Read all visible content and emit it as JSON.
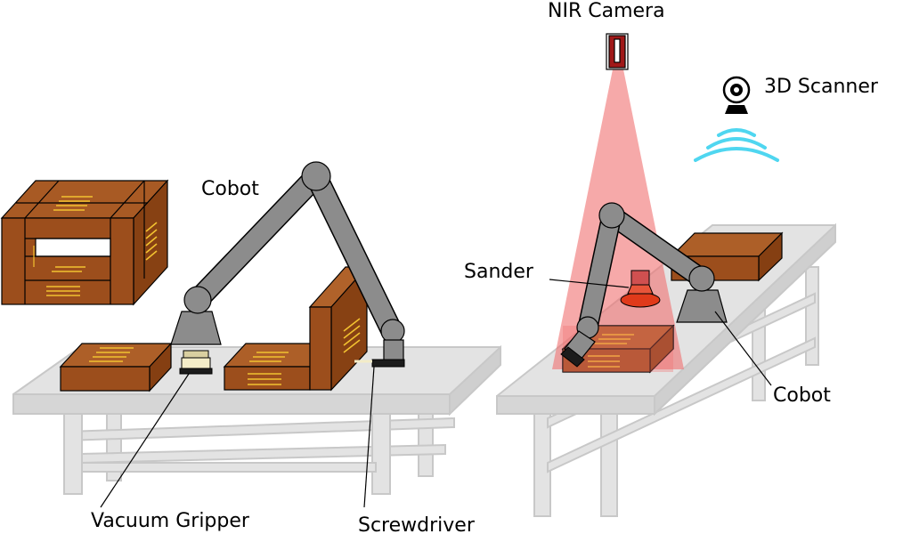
{
  "labels": {
    "cobot_left": "Cobot",
    "cobot_right": "Cobot",
    "vacuum_gripper": "Vacuum Gripper",
    "screwdriver": "Screwdriver",
    "nir_camera": "NIR Camera",
    "scanner_3d": "3D Scanner",
    "sander": "Sander"
  },
  "colors": {
    "wood": "#9c4e1c",
    "wood_dark": "#7a3a12",
    "wood_light": "#b0622a",
    "grain": "#f2c230",
    "robot": "#8c8c8c",
    "table": "#e3e3e3",
    "table_edge": "#c8c8c8",
    "nir_beam": "#f07070",
    "scanner_wave": "#4fd6f0",
    "sander": "#e03a1a"
  },
  "icons": [
    "nir-camera-icon",
    "3d-scanner-icon",
    "cobot-arm-icon",
    "vacuum-gripper-icon",
    "screwdriver-icon",
    "sander-icon",
    "wooden-crate-icon",
    "workbench-icon"
  ]
}
